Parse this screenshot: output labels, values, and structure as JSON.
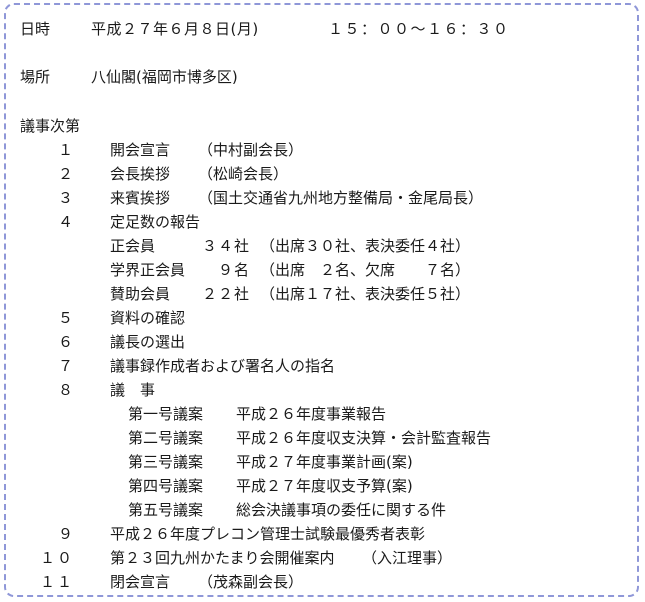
{
  "meeting": {
    "date_label": "日時",
    "date_value": "平成２７年６月８日(月)",
    "time_value": "１５：００～１６：３０",
    "place_label": "場所",
    "place_value": "八仙閣(福岡市博多区)",
    "agenda_label": "議事次第"
  },
  "agenda": [
    {
      "no": "１",
      "title": "開会宣言",
      "note": "（中村副会長）"
    },
    {
      "no": "２",
      "title": "会長挨拶",
      "note": "（松崎会長）"
    },
    {
      "no": "３",
      "title": "来賓挨拶",
      "note": "（国土交通省九州地方整備局・金尾局長）"
    },
    {
      "no": "４",
      "title": "定足数の報告",
      "note": ""
    },
    {
      "no": "５",
      "title": "資料の確認",
      "note": ""
    },
    {
      "no": "６",
      "title": "議長の選出",
      "note": ""
    },
    {
      "no": "７",
      "title": "議事録作成者および署名人の指名",
      "note": ""
    },
    {
      "no": "８",
      "title": "議　事",
      "note": ""
    },
    {
      "no": "９",
      "title": "平成２６年度プレコン管理士試験最優秀者表彰",
      "note": ""
    },
    {
      "no": "１０",
      "title": "第２３回九州かたまり会開催案内",
      "note": "（入江理事）"
    },
    {
      "no": "１１",
      "title": "閉会宣言",
      "note": "（茂森副会長）"
    }
  ],
  "quorum": [
    {
      "type": "正会員",
      "count": "３４社",
      "detail": "（出席３０社、表決委任４社）"
    },
    {
      "type": "学界正会員",
      "count": "９名",
      "detail": "（出席　２名、欠席　　７名）"
    },
    {
      "type": "賛助会員",
      "count": "２２社",
      "detail": "（出席１７社、表決委任５社）"
    }
  ],
  "bills": [
    {
      "no": "第一号議案",
      "title": "平成２６年度事業報告"
    },
    {
      "no": "第二号議案",
      "title": "平成２６年度収支決算・会計監査報告"
    },
    {
      "no": "第三号議案",
      "title": "平成２７年度事業計画(案)"
    },
    {
      "no": "第四号議案",
      "title": "平成２７年度収支予算(案)"
    },
    {
      "no": "第五号議案",
      "title": "総会決議事項の委任に関する件"
    }
  ]
}
